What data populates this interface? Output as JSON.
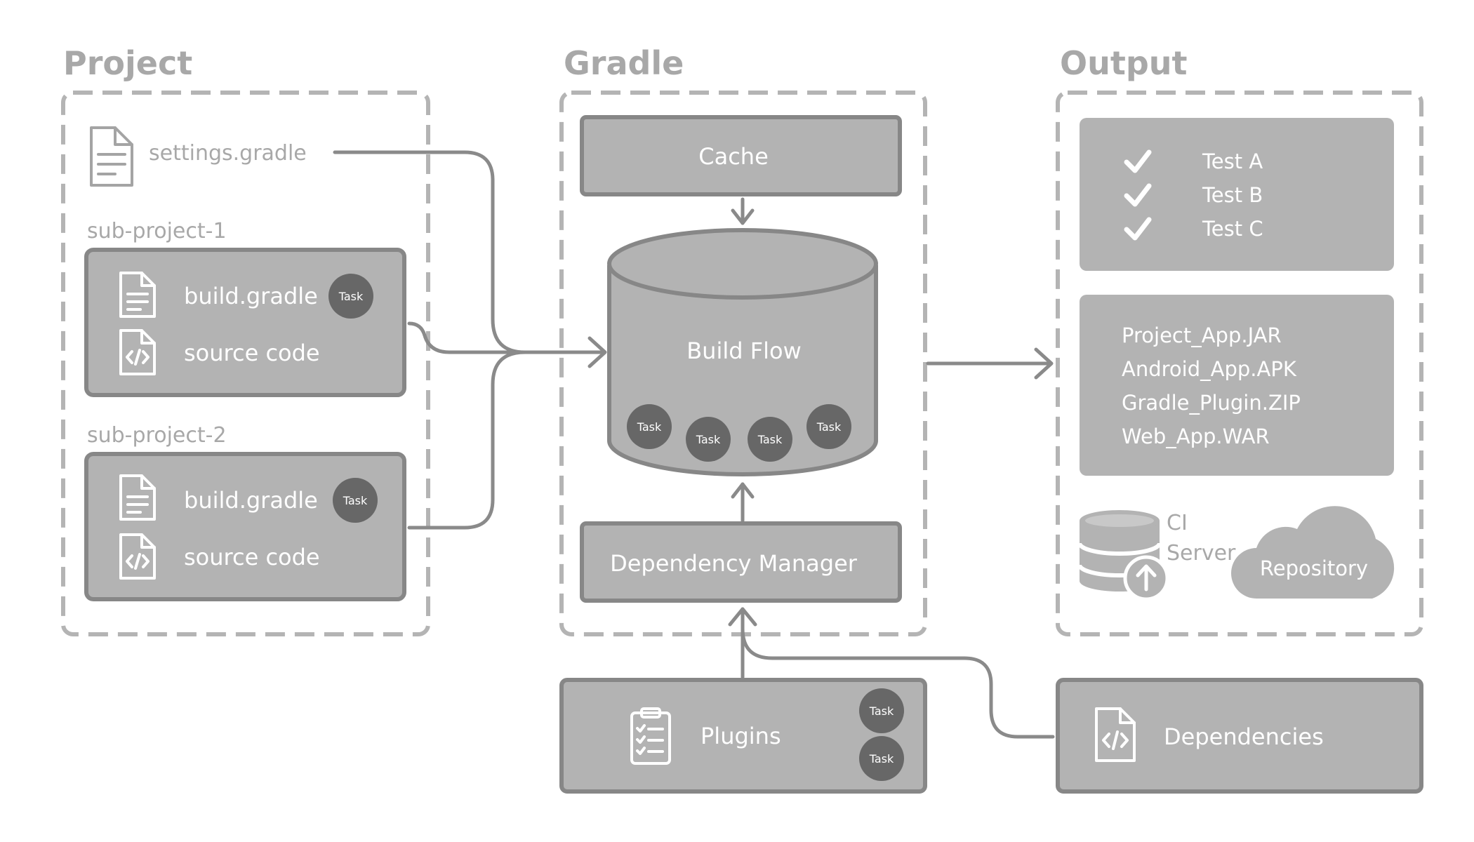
{
  "sections": {
    "project": "Project",
    "gradle": "Gradle",
    "output": "Output"
  },
  "project": {
    "settings_file": "settings.gradle",
    "subprojects": [
      {
        "name": "sub-project-1",
        "build_file": "build.gradle",
        "source": "source code",
        "task": "Task"
      },
      {
        "name": "sub-project-2",
        "build_file": "build.gradle",
        "source": "source code",
        "task": "Task"
      }
    ]
  },
  "gradle": {
    "cache": "Cache",
    "build_flow": "Build Flow",
    "build_flow_tasks": [
      "Task",
      "Task",
      "Task",
      "Task"
    ],
    "dependency_manager": "Dependency Manager"
  },
  "output": {
    "tests": [
      "Test A",
      "Test B",
      "Test C"
    ],
    "artifacts": [
      "Project_App.JAR",
      "Android_App.APK",
      "Gradle_Plugin.ZIP",
      "Web_App.WAR"
    ],
    "ci_server_line1": "CI",
    "ci_server_line2": "Server",
    "repository": "Repository"
  },
  "plugins": {
    "label": "Plugins",
    "tasks": [
      "Task",
      "Task"
    ]
  },
  "dependencies": {
    "label": "Dependencies"
  },
  "icons": {
    "settings_file": "document-icon",
    "build_file": "document-icon",
    "source_code": "code-file-icon",
    "plugins": "clipboard-list-icon",
    "dependencies": "code-file-icon",
    "test_pass": "checkmark-icon",
    "ci_server": "database-upload-icon",
    "repository": "cloud-icon"
  },
  "colors": {
    "box_fill": "#b3b3b3",
    "box_border": "#878787",
    "dashed_border": "#b4b4b4",
    "task_badge": "#676767",
    "connector": "#8a8a8a",
    "section_title": "#a8a8a8"
  }
}
